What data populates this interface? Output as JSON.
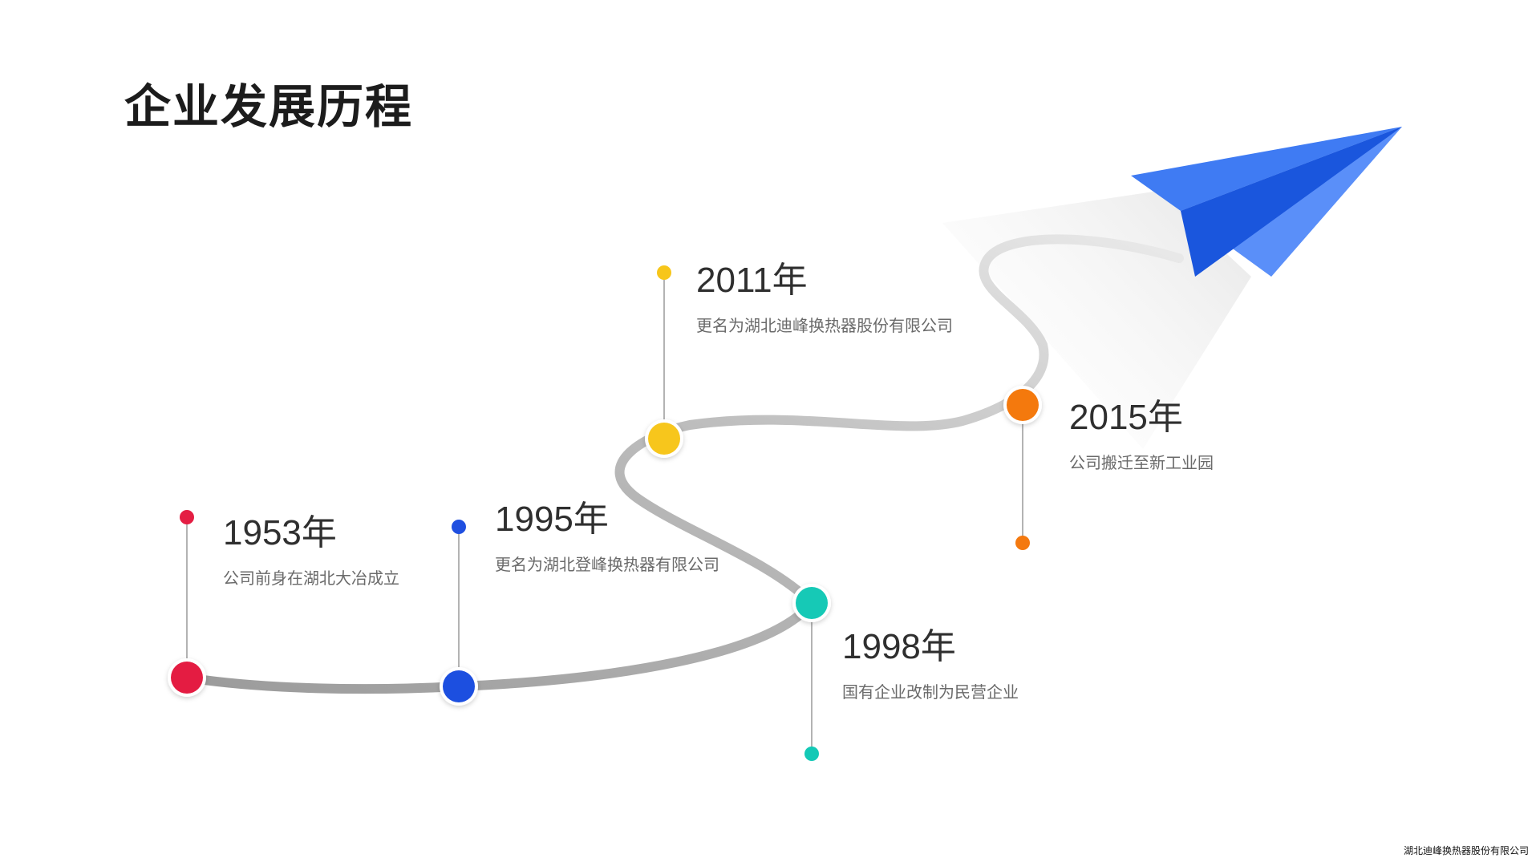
{
  "title": "企业发展历程",
  "footer": "湖北迪峰换热器股份有限公司",
  "colors": {
    "red": "#e41e43",
    "blue": "#1f4fe0",
    "teal": "#13c9b6",
    "yellow": "#f7c61a",
    "orange": "#f4790f",
    "plane_light": "#5a8ff9",
    "plane_dark": "#1a56dd"
  },
  "timeline": [
    {
      "year": "1953年",
      "desc": "公司前身在湖北大冶成立",
      "color": "red"
    },
    {
      "year": "1995年",
      "desc": "更名为湖北登峰换热器有限公司",
      "color": "blue"
    },
    {
      "year": "1998年",
      "desc": "国有企业改制为民营企业",
      "color": "teal"
    },
    {
      "year": "2011年",
      "desc": "更名为湖北迪峰换热器股份有限公司",
      "color": "yellow"
    },
    {
      "year": "2015年",
      "desc": "公司搬迁至新工业园",
      "color": "orange"
    }
  ],
  "icon": "paper-plane-icon"
}
